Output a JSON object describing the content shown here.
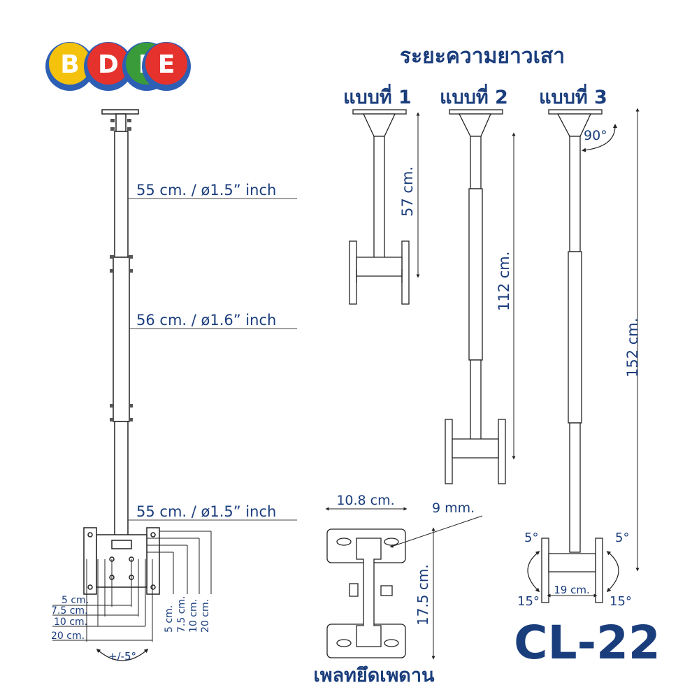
{
  "logo": {
    "letters": [
      "B",
      "D",
      "E",
      "E"
    ],
    "colors": [
      "#f4c20d",
      "#e5322d",
      "#3a9b3a",
      "#e5322d"
    ],
    "ring_colors": [
      "#2d5fb5",
      "#2d5fb5",
      "#2d5fb5",
      "#2d5fb5"
    ]
  },
  "header": {
    "title": "ระยะความยาวเสา"
  },
  "variants": [
    {
      "label": "แบบที่ 1",
      "length": "57 cm."
    },
    {
      "label": "แบบที่ 2",
      "length": "112 cm."
    },
    {
      "label": "แบบที่ 3",
      "length": "152 cm."
    }
  ],
  "pole_sections": [
    "55 cm. / ø1.5” inch",
    "56 cm. / ø1.6” inch",
    "55 cm. / ø1.5” inch"
  ],
  "bracket_h": [
    "5 cm.",
    "7.5 cm.",
    "10 cm.",
    "20 cm."
  ],
  "bracket_v": [
    "5 cm.",
    "7.5 cm.",
    "10 cm.",
    "20 cm."
  ],
  "tilt_left": "+/-5°",
  "rotation": "90°",
  "tilt_up": [
    "5°",
    "5°"
  ],
  "tilt_down": [
    "15°",
    "15°"
  ],
  "mount_width": "19 cm.",
  "plate": {
    "width": "10.8 cm.",
    "height": "17.5 cm.",
    "hole": "9 mm.",
    "caption": "เพลทยึดเพดาน"
  },
  "model": "CL-22",
  "colors": {
    "text": "#1a3d7c",
    "line": "#222222"
  }
}
